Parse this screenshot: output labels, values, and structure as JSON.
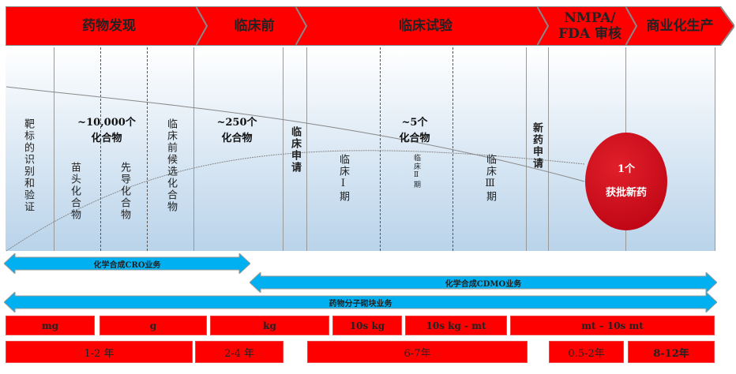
{
  "stages": [
    "药物发现",
    "临床前",
    "临床试验",
    "NMPA/ FDA 审核",
    "商业化生产"
  ],
  "steps": {
    "target": "靶标的识别和验证",
    "hit": "苗头化合物",
    "lead": "先导化合物",
    "candidate": "临床前候选化合物",
    "ind": "临床申请",
    "p1": "临床Ⅰ期",
    "p2": "临床Ⅱ期",
    "p3": "临床Ⅲ期",
    "nda": "新药申请"
  },
  "counts": {
    "c10000": "~10,000个",
    "c10000_sub": "化合物",
    "c250": "~250个",
    "c250_sub": "化合物",
    "c5": "~5个",
    "c5_sub": "化合物",
    "c1": "1个",
    "c1_sub": "获批新药"
  },
  "services": [
    "化学合成CRO业务",
    "化学合成CDMO业务",
    "药物分子砌块业务"
  ],
  "scales": [
    "mg",
    "g",
    "kg",
    "10s kg",
    "10s kg - mt",
    "mt – 10s mt"
  ],
  "durations": [
    "1-2 年",
    "2-4 年",
    "6-7年",
    "0.5-2年",
    "8-12年"
  ],
  "colors": {
    "red": "#ff0000",
    "blue": "#00b0f0"
  }
}
